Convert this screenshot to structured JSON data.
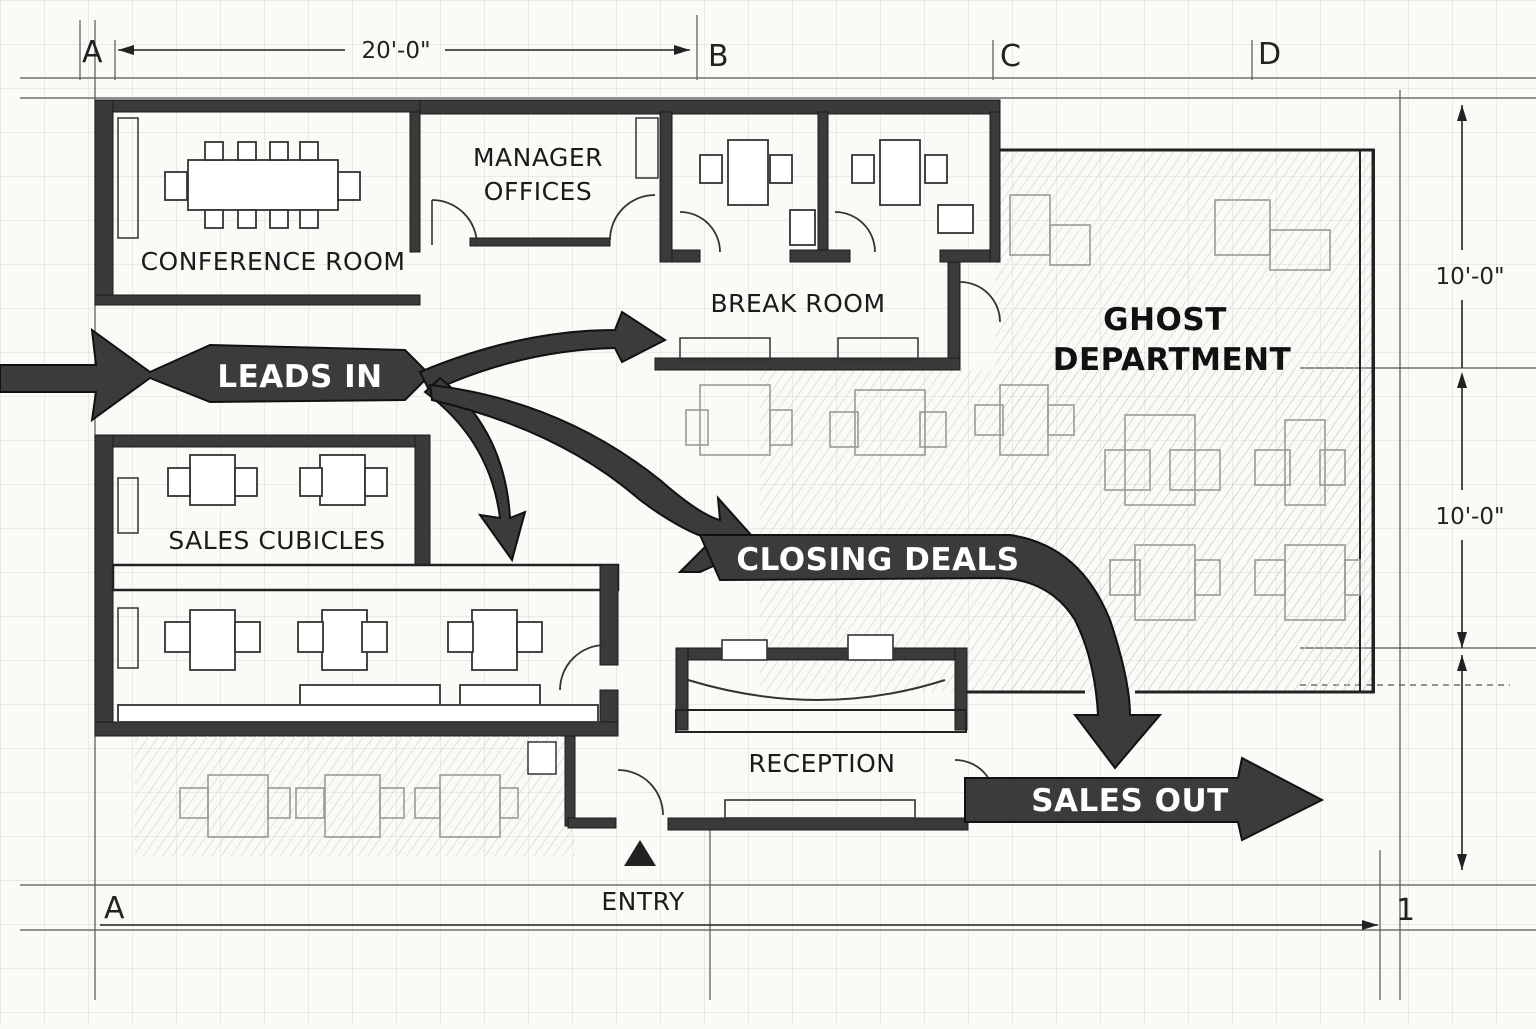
{
  "dimensions": {
    "top_span": "20'-0\"",
    "right_upper": "10'-0\"",
    "right_lower": "10'-0\""
  },
  "grid_labels": {
    "top": [
      "A",
      "B",
      "C",
      "D"
    ],
    "bottom_left": "A",
    "bottom_right": "1"
  },
  "rooms": {
    "conference": "CONFERENCE ROOM",
    "manager_line1": "MANAGER",
    "manager_line2": "OFFICES",
    "break_room": "BREAK ROOM",
    "ghost_line1": "GHOST",
    "ghost_line2": "DEPARTMENT",
    "sales_cubicles": "SALES CUBICLES",
    "reception": "RECEPTION",
    "entry": "ENTRY"
  },
  "flow": {
    "leads_in": "LEADS IN",
    "closing_deals": "CLOSING DEALS",
    "sales_out": "SALES OUT"
  }
}
